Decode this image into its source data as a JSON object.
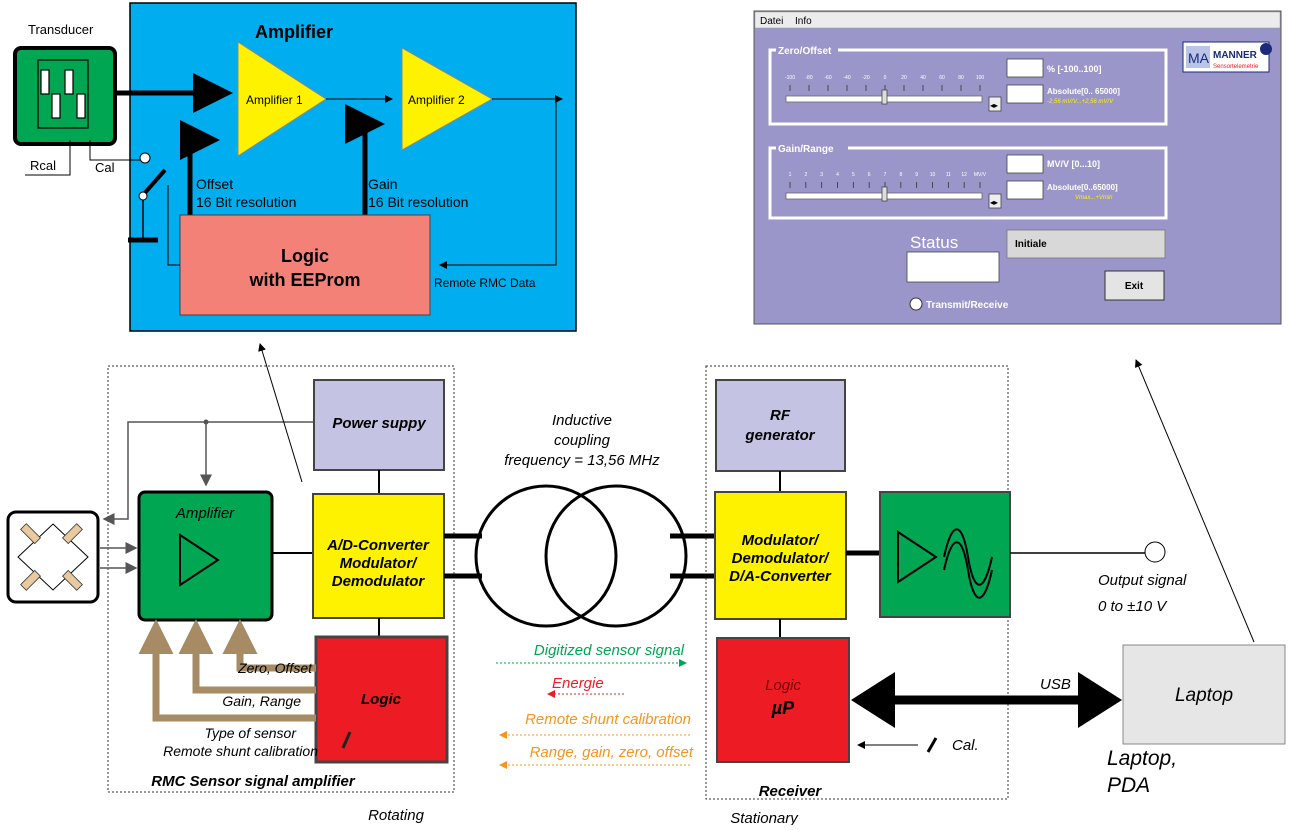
{
  "colors": {
    "amp_panel": "#00aeef",
    "green": "#00a651",
    "yellow": "#fff200",
    "red": "#ed1c24",
    "lavender": "#c4c3e3",
    "logic_pink": "#f48178",
    "gui_bg": "#9b96c9",
    "brown": "#a68b64",
    "laptop": "#e6e6e6",
    "digitized": "#00a651",
    "energie": "#ed1c24",
    "orange": "#f7941d"
  },
  "amp_panel": {
    "transducer": "Transducer",
    "title": "Amplifier",
    "amp1": "Amplifier 1",
    "amp2": "Amplifier 2",
    "offset1": "Offset",
    "offset2": "16 Bit resolution",
    "gain1": "Gain",
    "gain2": "16 Bit resolution",
    "logic1": "Logic",
    "logic2": "with EEProm",
    "remote": "Remote RMC Data",
    "rcal": "Rcal",
    "cal": "Cal"
  },
  "gui": {
    "menu": [
      "Datei",
      "Info"
    ],
    "zero_group": "Zero/Offset",
    "zero_ticks": [
      "-100",
      "-80",
      "-60",
      "-40",
      "-20",
      "0",
      "20",
      "40",
      "60",
      "80",
      "100"
    ],
    "pct_label": "% [-100..100]",
    "abs_label": "Absolute[0.. 65000]",
    "abs_sub": "-2,56 mV/V...+2,56 mV/V",
    "gain_group": "Gain/Range",
    "gain_ticks": [
      "1",
      "2",
      "3",
      "4",
      "5",
      "6",
      "7",
      "8",
      "9",
      "10",
      "11",
      "12",
      "MV/V"
    ],
    "mvv_label": "MV/V  [0...10]",
    "abs2_label": "Absolute[0..65000]",
    "abs2_sub": "Vmax...+Vmin",
    "status": "Status",
    "status_value": "Initiale",
    "exit": "Exit",
    "transmit": "Transmit/Receive",
    "logo_brand": "MANNER",
    "logo_sub": "Sensortelemetrie",
    "logo_mark": "MA"
  },
  "main": {
    "power": "Power suppy",
    "rf1": "RF",
    "rf2": "generator",
    "amplifier": "Amplifier",
    "adc1": "A/D-Converter",
    "adc2": "Modulator/",
    "adc3": "Demodulator",
    "mod1": "Modulator/",
    "mod2": "Demodulator/",
    "mod3": "D/A-Converter",
    "logic": "Logic",
    "logic_r1": "Logic",
    "logic_r2": "µP",
    "ind1": "Inductive",
    "ind2": "coupling",
    "ind3": "frequency = 13,56 MHz",
    "out1": "Output signal",
    "out2": "0 to ±10 V",
    "zero": "Zero, Offset",
    "gain": "Gain, Range",
    "type": "Type of sensor",
    "remote_shunt": "Remote shunt calibration",
    "arrow_digitized": "Digitized sensor signal",
    "arrow_energie": "Energie",
    "arrow_remote": "Remote shunt calibration",
    "arrow_range": "Range, gain, zero, offset",
    "rmc": "RMC Sensor signal amplifier",
    "receiver": "Receiver",
    "rotating": "Rotating",
    "stationary": "Stationary",
    "usb": "USB",
    "laptop": "Laptop",
    "laptop_pda1": "Laptop,",
    "laptop_pda2": "PDA",
    "cal": "Cal."
  }
}
